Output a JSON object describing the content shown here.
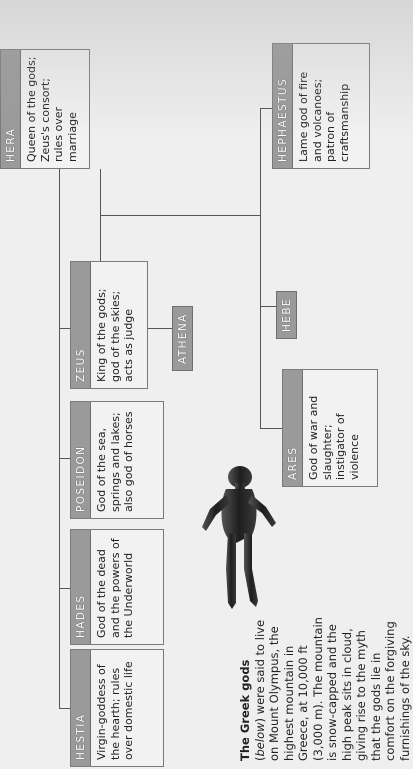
{
  "gods": {
    "hestia": {
      "name": "HESTIA",
      "desc": "Virgin-goddess of the hearth; rules over domestic life"
    },
    "hades": {
      "name": "HADES",
      "desc": "God of the dead and the powers of the Underworld"
    },
    "poseidon": {
      "name": "POSEIDON",
      "desc": "God of the sea, springs and lakes; also god of horses"
    },
    "zeus": {
      "name": "ZEUS",
      "desc": "King of the gods; god of the skies; acts as judge"
    },
    "hera": {
      "name": "HERA",
      "desc": "Queen of the gods; Zeus's consort; rules over marriage"
    },
    "athena": {
      "name": "ATHENA"
    },
    "ares": {
      "name": "ARES",
      "desc": "God of war and slaughter; instigator of violence"
    },
    "hebe": {
      "name": "HEBE"
    },
    "hephaestus": {
      "name": "HEPHAESTUS",
      "desc": "Lame god of fire and volcanoes; patron of craftsmanship"
    }
  },
  "caption": {
    "lead": "The Greek gods",
    "paren_open": " (",
    "below": "below",
    "paren_close": ")",
    "text": " were said to live on Mount Olympus, the highest mountain in Greece, at 10,000 ft (3,000 m). The mountain is snow-capped and the high peak sits in cloud, giving rise to the myth that the gods lie in comfort on the forgiving furnishings of the sky."
  },
  "colors": {
    "header": "#9a9a9a",
    "card": "#f2f2f2",
    "line": "#555555"
  }
}
